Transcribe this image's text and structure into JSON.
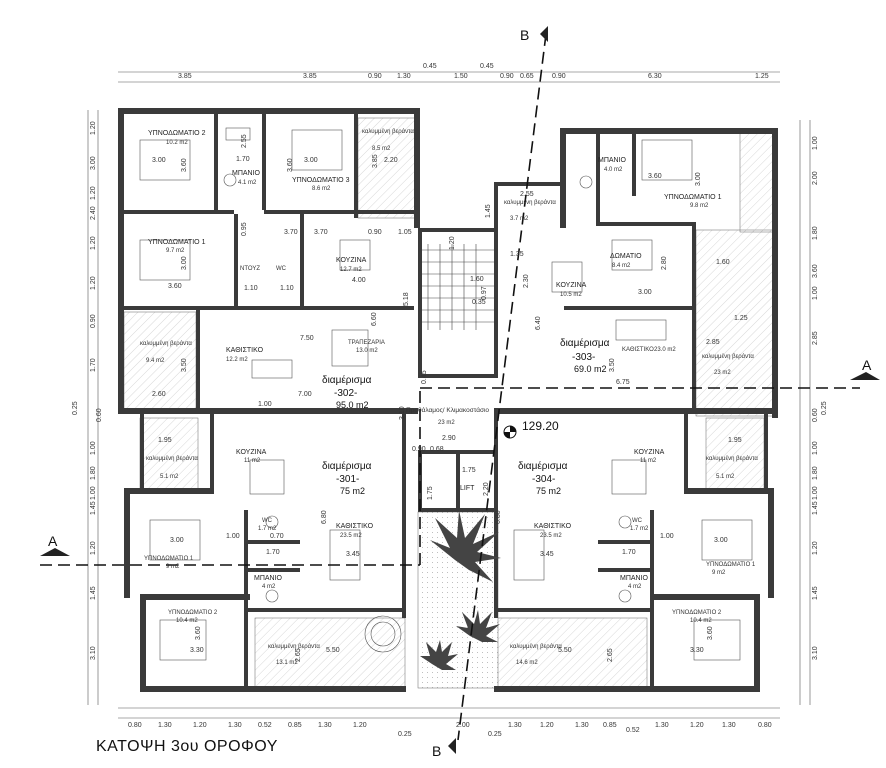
{
  "title": "ΚΑΤΟΨΗ 3ου ΟΡΟΦΟΥ",
  "section_marks": {
    "b": "B",
    "a": "A"
  },
  "elevation": "129.20",
  "top_dims": [
    "3.85",
    "3.85",
    "0.90",
    "1.30",
    "1.50",
    "0.90",
    "0.65",
    "0.90",
    "6.30",
    "1.25"
  ],
  "top_small_dims": [
    "0.45",
    "0.45"
  ],
  "bottom_dims": [
    "0.80",
    "1.30",
    "1.20",
    "1.30",
    "0.52",
    "0.85",
    "1.30",
    "1.20",
    "2.00",
    "1.30",
    "1.20",
    "1.30",
    "0.85",
    "0.52",
    "1.30",
    "1.20",
    "1.30",
    "0.80"
  ],
  "bottom_small_dims": [
    "0.25",
    "0.25"
  ],
  "left_dims": [
    "1.20",
    "3.00",
    "1.20",
    "2.40",
    "1.20",
    "1.20",
    "0.90",
    "1.70",
    "1.00",
    "1.80",
    "1.00",
    "1.45",
    "1.20",
    "1.45",
    "3.10"
  ],
  "right_dims": [
    "1.00",
    "2.00",
    "1.80",
    "3.60",
    "1.00",
    "2.85",
    "1.00",
    "1.80",
    "1.00",
    "1.45",
    "1.20",
    "1.45",
    "3.10"
  ],
  "side_small_dims": [
    "0.25",
    "0.25",
    "0.60",
    "0.60"
  ],
  "apartments": [
    {
      "id": "302",
      "label": "διαμέρισμα",
      "number": "-302-",
      "area": "95.0 m2"
    },
    {
      "id": "303",
      "label": "διαμέρισμα",
      "number": "-303-",
      "area": "69.0 m2"
    },
    {
      "id": "301",
      "label": "διαμέρισμα",
      "number": "-301-",
      "area": "75 m2"
    },
    {
      "id": "304",
      "label": "διαμέρισμα",
      "number": "-304-",
      "area": "75 m2"
    }
  ],
  "rooms": {
    "bed2_302": {
      "name": "ΥΠΝΟΔΩΜΑΤΙΟ 2",
      "area": "10.2 m2",
      "w": "3.00",
      "h": "3.60"
    },
    "bath_302": {
      "name": "ΜΠΑΝΙΟ",
      "area": "4.1 m2",
      "w": "1.70",
      "h": "2.55"
    },
    "bed3_302": {
      "name": "ΥΠΝΟΔΩΜΑΤΙΟ 3",
      "area": "8.6 m2",
      "w": "3.00",
      "h": "3.60"
    },
    "ver_302_top": {
      "name": "καλυμμένη βεράντα",
      "area": "8.5 m2",
      "w": "2.20",
      "h": "3.85"
    },
    "bed1_302": {
      "name": "ΥΠΝΟΔΩΜΑΤΙΟ 1",
      "area": "9.7 m2",
      "w": "3.60",
      "h": "3.00"
    },
    "shower_302": {
      "name": "ΝΤΟΥΖ",
      "extra": "WC",
      "w": "1.10",
      "h": "1.10"
    },
    "kitchen_302": {
      "name": "ΚΟΥΖΙΝΑ",
      "area": "12.7 m2",
      "w": "4.00",
      "h": "3.70"
    },
    "ver_302_left": {
      "name": "καλυμμένη βεράντα",
      "area": "9.4 m2",
      "w": "2.60",
      "h": "3.50"
    },
    "living_302": {
      "name": "ΚΑΘΙΣΤΙΚΟ",
      "area": "12.2 m2",
      "w": "7.50",
      "h": "7.00"
    },
    "dining_302": {
      "name": "ΤΡΑΠΕΖΑΡΙΑ",
      "area": "13.0 m2",
      "h": "6.60"
    },
    "bath_303": {
      "name": "ΜΠΑΝΙΟ",
      "area": "4.0 m2"
    },
    "bed1_303": {
      "name": "ΥΠΝΟΔΩΜΑΤΙΟ 1",
      "area": "9.8 m2",
      "w": "3.60",
      "h": "3.00"
    },
    "ver_303_small": {
      "name": "καλυμμένη βεράντα",
      "area": "3.7 m2",
      "w": "2.55"
    },
    "room_303": {
      "name": "ΔΩΜΑΤΙΟ",
      "area": "8.4 m2",
      "w": "3.00",
      "h": "2.80"
    },
    "kitchen_303": {
      "name": "ΚΟΥΖΙΝΑ",
      "area": "10.5 m2",
      "w": "2.30",
      "h": "6.40"
    },
    "living_303": {
      "name": "ΚΑΘΙΣΤΙΚΟ",
      "area": "23.0 m2",
      "w": "6.75",
      "h": "3.50"
    },
    "ver_303_right": {
      "name": "καλυμμένη βεράντα",
      "area": "23 m2",
      "w": "1.60",
      "h": "2.85"
    },
    "lobby": {
      "name": "Προθάλαμος/ Κλιμακοστάσιο",
      "area": "23 m2",
      "w": "2.90",
      "h": "3.10"
    },
    "lift": {
      "name": "LIFT",
      "w": "1.75",
      "h": "2.20"
    },
    "ver_301_top": {
      "name": "καλυμμένη βεράντα",
      "area": "5.1 m2",
      "w": "1.95"
    },
    "kitchen_301": {
      "name": "ΚΟΥΖΙΝΑ",
      "area": "11 m2"
    },
    "wc_301": {
      "name": "WC",
      "area": "1.7 m2",
      "w": "1.00"
    },
    "living_301": {
      "name": "ΚΑΘΙΣΤΙΚΟ",
      "area": "23.5 m2",
      "w": "3.45",
      "h": "6.80"
    },
    "bed1_301": {
      "name": "ΥΠΝΟΔΩΜΑΤΙΟ 1",
      "area": "9 m2",
      "w": "3.00"
    },
    "bath_301": {
      "name": "ΜΠΑΝΙΟ",
      "area": "4 m2",
      "w": "1.70"
    },
    "bed2_301": {
      "name": "ΥΠΝΟΔΩΜΑΤΙΟ 2",
      "area": "10.4 m2",
      "w": "3.30",
      "h": "3.60"
    },
    "ver_301_bottom": {
      "name": "καλυμμένη βεράντα",
      "area": "13.1 m2",
      "w": "5.50",
      "h": "2.65"
    },
    "ver_304_top": {
      "name": "καλυμμένη βεράντα",
      "area": "5.1 m2",
      "w": "1.95"
    },
    "kitchen_304": {
      "name": "ΚΟΥΖΙΝΑ",
      "area": "11 m2"
    },
    "wc_304": {
      "name": "WC",
      "area": "1.7 m2",
      "w": "1.00"
    },
    "living_304": {
      "name": "ΚΑΘΙΣΤΙΚΟ",
      "area": "23.5 m2",
      "w": "3.45",
      "h": "6.80"
    },
    "bed1_304": {
      "name": "ΥΠΝΟΔΩΜΑΤΙΟ 1",
      "area": "9 m2",
      "w": "3.00"
    },
    "bath_304": {
      "name": "ΜΠΑΝΙΟ",
      "area": "4 m2",
      "w": "1.70"
    },
    "bed2_304": {
      "name": "ΥΠΝΟΔΩΜΑΤΙΟ 2",
      "area": "10.4 m2",
      "w": "3.30",
      "h": "3.60"
    },
    "ver_304_bottom": {
      "name": "καλυμμένη βεράντα",
      "area": "14.6 m2",
      "w": "5.50",
      "h": "2.65"
    }
  },
  "misc_dims": {
    "d370": "3.70",
    "d090": "0.90",
    "d105": "1.05",
    "d095": "0.95",
    "d518": "5.18",
    "d145": "1.45",
    "d120": "1.20",
    "d160": "1.60",
    "d035": "0.35",
    "d135": "1.35",
    "d045": "0.45",
    "d097": "0.97",
    "d290": "2.90",
    "d068": "0.68",
    "d175": "1.75",
    "d020": "2.20",
    "d100": "1.00",
    "d070": "0.70",
    "d125": "1.25"
  }
}
